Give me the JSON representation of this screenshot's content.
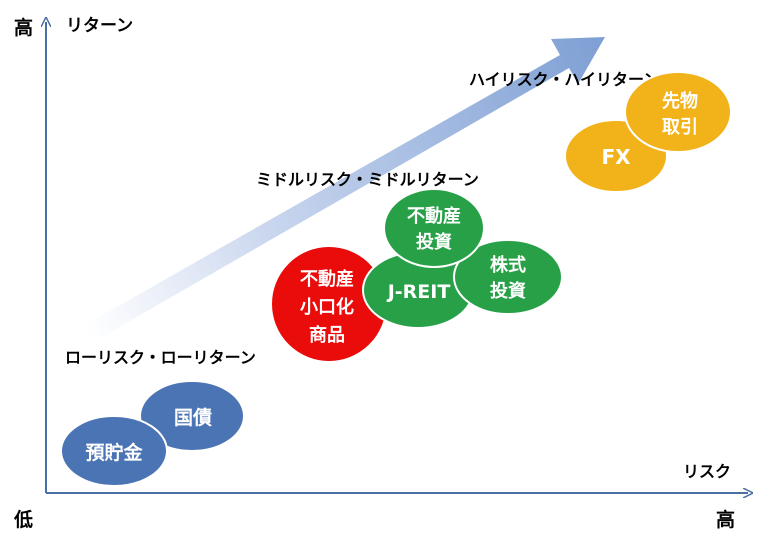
{
  "axes": {
    "y_high": "高",
    "y_title": "リターン",
    "x_low": "低",
    "x_high": "高",
    "x_title": "リスク"
  },
  "tiers": {
    "high": "ハイリスク・ハイリターン",
    "middle": "ミドルリスク・ミドルリターン",
    "low": "ローリスク・ローリターン"
  },
  "bubbles": {
    "futures": {
      "line1": "先物",
      "line2": "取引",
      "color": "#f2b21a"
    },
    "fx": {
      "label": "FX",
      "color": "#f2b21a"
    },
    "real_estate": {
      "line1": "不動産",
      "line2": "投資",
      "color": "#28a048"
    },
    "reit": {
      "label": "J-REIT",
      "color": "#28a048"
    },
    "stocks": {
      "line1": "株式",
      "line2": "投資",
      "color": "#28a048"
    },
    "small_lot": {
      "line1": "不動産",
      "line2": "小口化",
      "line3": "商品",
      "color": "#ea0b0b"
    },
    "jgb": {
      "label": "国債",
      "color": "#4b74b5"
    },
    "deposit": {
      "label": "預貯金",
      "color": "#4b74b5"
    }
  },
  "colors": {
    "axis": "#4a6fa5",
    "arrow": "#7e9fd4"
  }
}
